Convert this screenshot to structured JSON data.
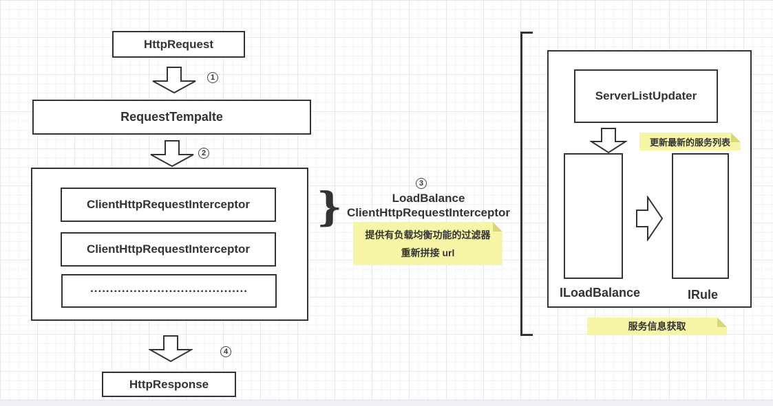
{
  "steps": {
    "s1": "1",
    "s2": "2",
    "s3": "3",
    "s4": "4"
  },
  "left_flow": {
    "http_request": "HttpRequest",
    "request_template": "RequestTempalte",
    "interceptor_a": "ClientHttpRequestInterceptor",
    "interceptor_b": "ClientHttpRequestInterceptor",
    "more_dots": "........................................",
    "http_response": "HttpResponse"
  },
  "middle_label": {
    "line1": "LoadBalance",
    "line2": "ClientHttpRequestInterceptor"
  },
  "notes": {
    "filter_note_line1": "提供有负载均衡功能的过滤器",
    "filter_note_line2": "重新拼接 url",
    "update_note": "更新最新的服务列表",
    "service_info_note": "服务信息获取"
  },
  "right_panel": {
    "server_list_updater": "ServerListUpdater",
    "iloadbalance": "ILoadBalance",
    "irule": "IRule"
  },
  "colors": {
    "stroke": "#333333",
    "note_bg": "#f6f6a6",
    "note_fold": "#d8d878"
  }
}
